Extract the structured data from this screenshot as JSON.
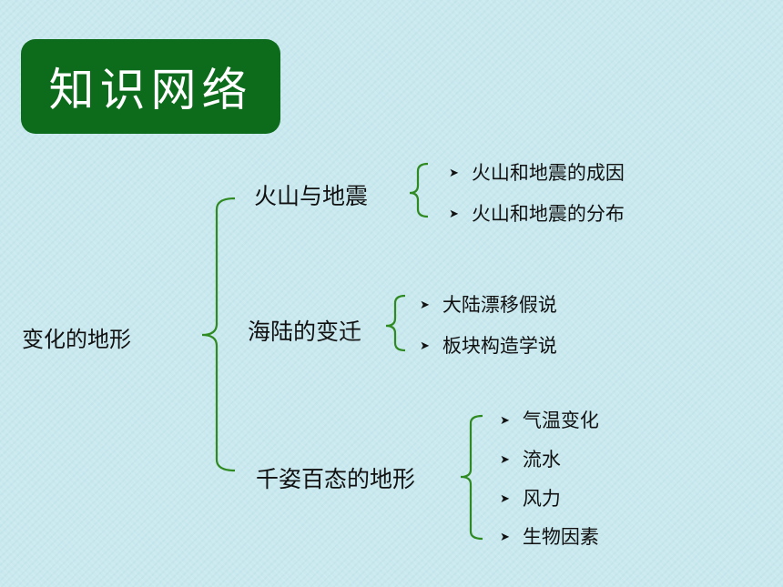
{
  "title": "知识网络",
  "root": "变化的地形",
  "branches": [
    {
      "label": "火山与地震",
      "items": [
        "火山和地震的成因",
        "火山和地震的分布"
      ]
    },
    {
      "label": "海陆的变迁",
      "items": [
        "大陆漂移假说",
        "板块构造学说"
      ]
    },
    {
      "label": "千姿百态的地形",
      "items": [
        "气温变化",
        "流水",
        "风力",
        "生物因素"
      ]
    }
  ],
  "colors": {
    "background": "#c9e9ef",
    "title_box": "#0d6b1c",
    "bracket": "#2f8a22"
  },
  "icons": {
    "bullet": "arrowhead-bullet-icon"
  }
}
